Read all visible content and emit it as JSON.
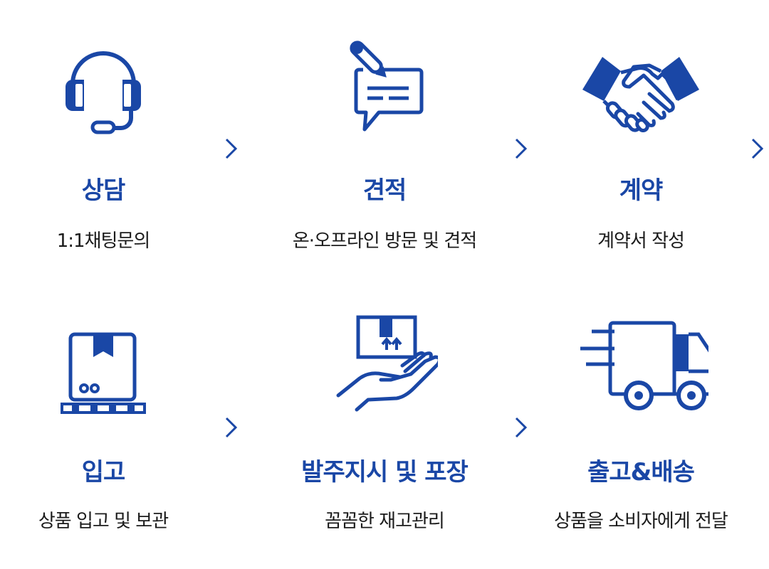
{
  "colors": {
    "accent": "#1a47a6",
    "text": "#1b1b1b"
  },
  "steps": [
    {
      "icon": "headset-icon",
      "title": "상담",
      "desc": "1:1채팅문의"
    },
    {
      "icon": "quote-pen-icon",
      "title": "견적",
      "desc": "온·오프라인 방문 및 견적"
    },
    {
      "icon": "handshake-icon",
      "title": "계약",
      "desc": "계약서 작성"
    },
    {
      "icon": "box-pallet-icon",
      "title": "입고",
      "desc": "상품 입고 및 보관"
    },
    {
      "icon": "hand-box-icon",
      "title": "발주지시 및 포장",
      "desc": "꼼꼼한 재고관리"
    },
    {
      "icon": "truck-icon",
      "title": "출고&배송",
      "desc": "상품을 소비자에게 전달"
    }
  ]
}
